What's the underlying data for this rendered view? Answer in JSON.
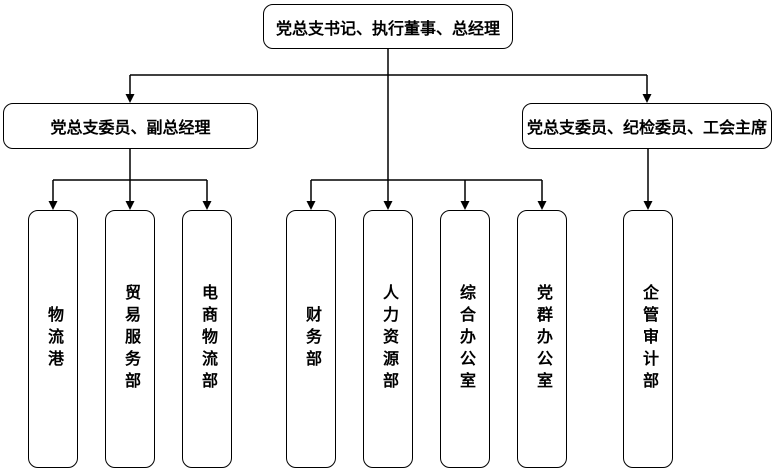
{
  "org_chart": {
    "root": {
      "label": "党总支书记、执行董事、总经理"
    },
    "level2": [
      {
        "label": "党总支委员、副总经理"
      },
      {
        "label": "党总支委员、纪检委员、工会主席"
      }
    ],
    "departments": [
      {
        "label": "物流港"
      },
      {
        "label": "贸易服务部"
      },
      {
        "label": "电商物流部"
      },
      {
        "label": "财务部"
      },
      {
        "label": "人力资源部"
      },
      {
        "label": "综合办公室"
      },
      {
        "label": "党群办公室"
      },
      {
        "label": "企管审计部"
      }
    ],
    "colors": {
      "border": "#000000",
      "text": "#000000",
      "background": "#ffffff"
    }
  }
}
